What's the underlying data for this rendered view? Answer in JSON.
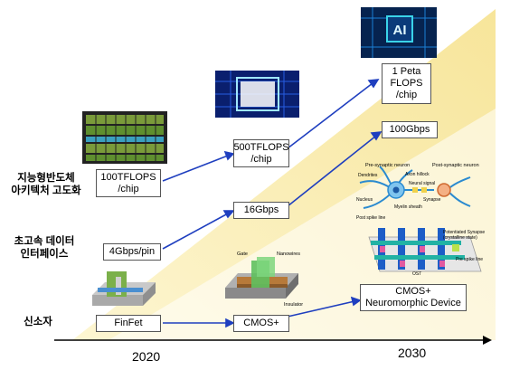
{
  "row_labels": {
    "architecture": "지능형반도체\n아키텍처 고도화",
    "interface": "초고속 데이터\n인터페이스",
    "device": "신소자"
  },
  "boxes": {
    "tflops_100": "100TFLOPS\n/chip",
    "tflops_500": "500TFLOPS\n/chip",
    "peta_1": "1 Peta\nFLOPS\n/chip",
    "gbps_4": "4Gbps/pin",
    "gbps_16": "16Gbps",
    "gbps_100": "100Gbps",
    "finfet": "FinFet",
    "cmos_plus": "CMOS+",
    "neuromorphic": "CMOS+\nNeuromorphic Device"
  },
  "years": {
    "start": "2020",
    "end": "2030"
  },
  "neuron_labels": {
    "pre": "Pre-synaptic neuron",
    "post": "Post-synaptic neuron",
    "dendrites": "Dendrites",
    "axon_hillock": "Axon hillock",
    "neural_signal": "Neural signal",
    "nucleus": "Nucleus",
    "synapse": "Synapse",
    "myelin": "Myelin sheath"
  },
  "crossbar_labels": {
    "post_spike": "Post spike line",
    "potentiated": "Potentiated Synapse\n(crystalline state)",
    "pre_spike": "Pre spike line",
    "ost": "OST"
  },
  "transistor_labels": {
    "gate": "Gate",
    "nanowires": "Nanowires",
    "insulator": "Insulator"
  },
  "colors": {
    "arrow": "#1f3fbf",
    "wedge": "#fbf0b8",
    "accent": "#3ad3e8"
  }
}
